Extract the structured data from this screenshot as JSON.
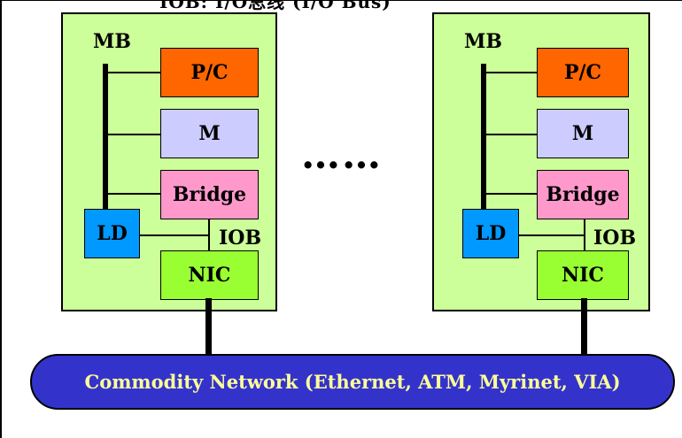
{
  "header_cut_text": "IOB: I/O总线 (I/O Bus)",
  "nodes": [
    {
      "mb_label": "MB",
      "pc_label": "P/C",
      "m_label": "M",
      "bridge_label": "Bridge",
      "ld_label": "LD",
      "iob_label": "IOB",
      "nic_label": "NIC"
    },
    {
      "mb_label": "MB",
      "pc_label": "P/C",
      "m_label": "M",
      "bridge_label": "Bridge",
      "ld_label": "LD",
      "iob_label": "IOB",
      "nic_label": "NIC"
    }
  ],
  "ellipsis": "……",
  "network_label": "Commodity Network (Ethernet, ATM, Myrinet, VIA)",
  "colors": {
    "node_bg": "#ccff99",
    "pc": "#ff6600",
    "m": "#ccccff",
    "bridge": "#ff99cc",
    "ld": "#0099ff",
    "nic": "#99ff33",
    "network": "#3333cc",
    "network_text": "#ffff99"
  }
}
